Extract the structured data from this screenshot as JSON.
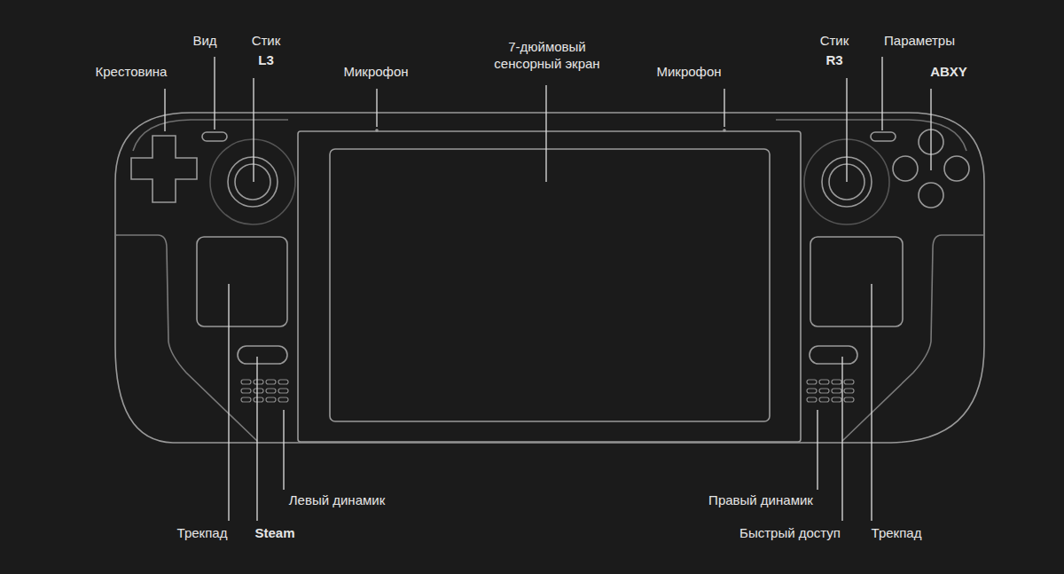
{
  "diagram": {
    "labels": [
      "Крестовина",
      "Вид",
      "Стик",
      "L3",
      "Микрофон",
      "7-дюймовый сенсорный экран",
      "Микрофон",
      "Стик",
      "R3",
      "Параметры",
      "ABXY",
      "Левый динамик",
      "Правый динамик",
      "Трекпад",
      "Steam",
      "Быстрый доступ",
      "Трекпад"
    ]
  }
}
